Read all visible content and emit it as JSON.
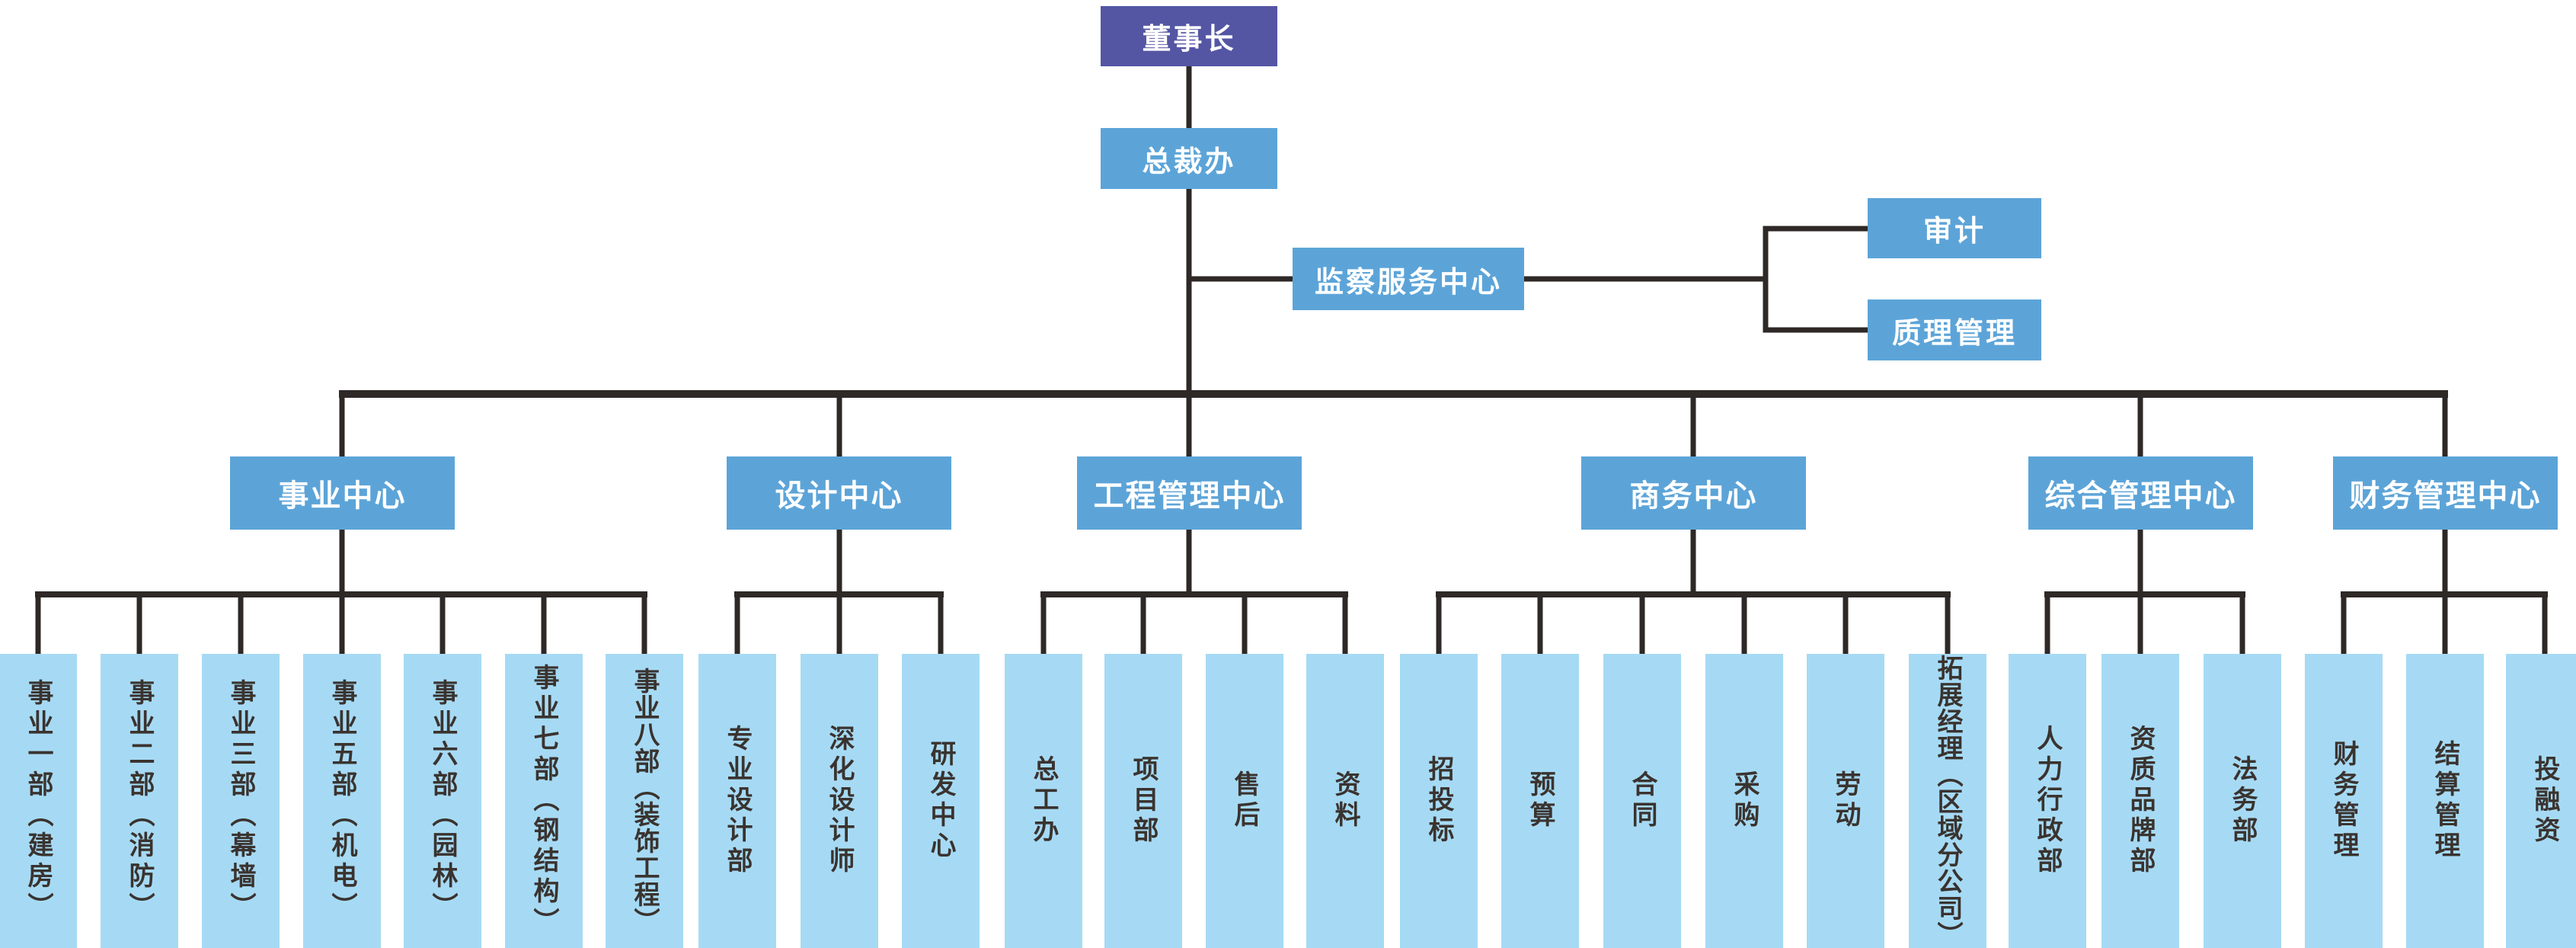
{
  "colors": {
    "chairman_bg": "#5456a4",
    "node_bg": "#5ca4d8",
    "leaf_bg": "#a6daf4",
    "line": "#2e2826",
    "node_text": "#ffffff",
    "leaf_text": "#3a332f"
  },
  "chairman": {
    "label": "董事长"
  },
  "ceo_office": {
    "label": "总裁办"
  },
  "supervision": {
    "label": "监察服务中心",
    "children": [
      {
        "label": "审计"
      },
      {
        "label": "质理管理"
      }
    ]
  },
  "centers": [
    {
      "label": "事业中心",
      "children": [
        {
          "label": "事业一部（建房）"
        },
        {
          "label": "事业二部（消防）"
        },
        {
          "label": "事业三部（幕墙）"
        },
        {
          "label": "事业五部（机电）"
        },
        {
          "label": "事业六部（园林）"
        },
        {
          "label": "事业七部（钢结构）"
        },
        {
          "label": "事业八部（装饰工程）"
        }
      ]
    },
    {
      "label": "设计中心",
      "children": [
        {
          "label": "专业设计部"
        },
        {
          "label": "深化设计师"
        },
        {
          "label": "研发中心"
        }
      ]
    },
    {
      "label": "工程管理中心",
      "children": [
        {
          "label": "总工办"
        },
        {
          "label": "项目部"
        },
        {
          "label": "售后"
        },
        {
          "label": "资料"
        }
      ]
    },
    {
      "label": "商务中心",
      "children": [
        {
          "label": "招投标"
        },
        {
          "label": "预算"
        },
        {
          "label": "合同"
        },
        {
          "label": "采购"
        },
        {
          "label": "劳动"
        },
        {
          "label": "拓展经理（区域分公司）"
        }
      ]
    },
    {
      "label": "综合管理中心",
      "children": [
        {
          "label": "人力行政部"
        },
        {
          "label": "资质品牌部"
        },
        {
          "label": "法务部"
        }
      ]
    },
    {
      "label": "财务管理中心",
      "children": [
        {
          "label": "财务管理"
        },
        {
          "label": "结算管理"
        },
        {
          "label": "投融资"
        }
      ]
    }
  ]
}
